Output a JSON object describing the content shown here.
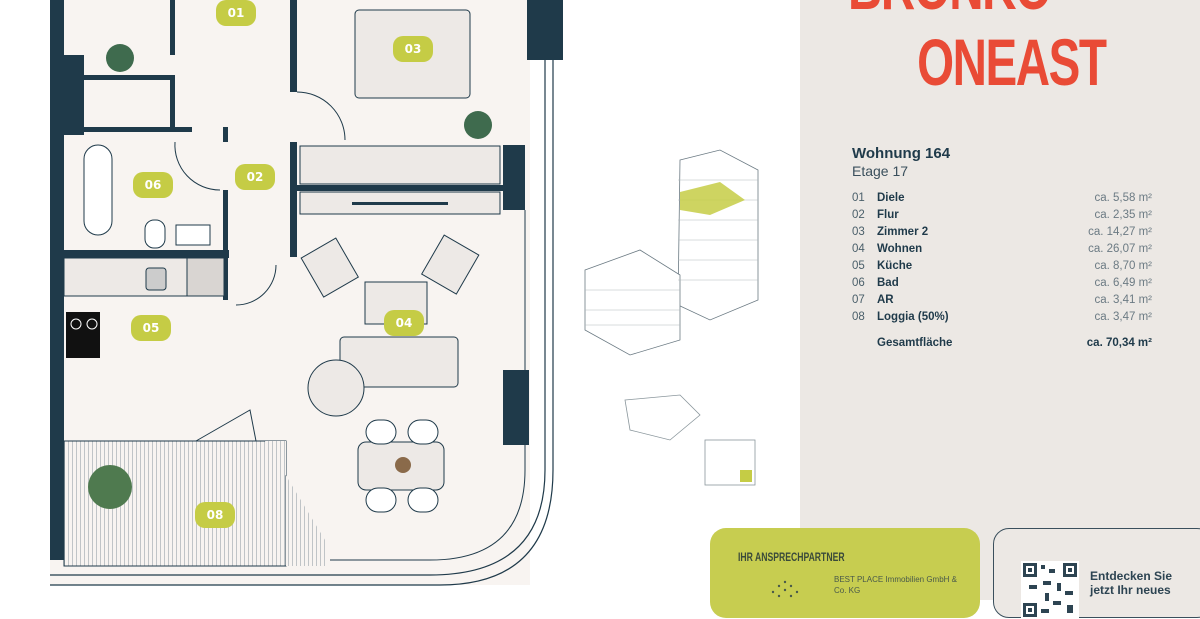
{
  "logo": {
    "line1": "BRONKO",
    "line2": "ONEAST"
  },
  "apartment": {
    "title": "Wohnung 164",
    "floor": "Etage 17",
    "rooms": [
      {
        "no": "01",
        "name": "Diele",
        "area": "ca. 5,58 m²"
      },
      {
        "no": "02",
        "name": "Flur",
        "area": "ca. 2,35 m²"
      },
      {
        "no": "03",
        "name": "Zimmer 2",
        "area": "ca. 14,27 m²"
      },
      {
        "no": "04",
        "name": "Wohnen",
        "area": "ca. 26,07 m²"
      },
      {
        "no": "05",
        "name": "Küche",
        "area": "ca. 8,70 m²"
      },
      {
        "no": "06",
        "name": "Bad",
        "area": "ca. 6,49 m²"
      },
      {
        "no": "07",
        "name": "AR",
        "area": "ca. 3,41 m²"
      },
      {
        "no": "08",
        "name": "Loggia (50%)",
        "area": "ca. 3,47 m²"
      }
    ],
    "total_label": "Gesamtfläche",
    "total_area": "ca. 70,34 m²"
  },
  "plan_labels": {
    "r01": "01",
    "r02": "02",
    "r03": "03",
    "r04": "04",
    "r05": "05",
    "r06": "06",
    "r08": "08"
  },
  "contact": {
    "heading": "IHR ANSPRECHPARTNER",
    "company": "BEST PLACE Immobilien GmbH & Co. KG"
  },
  "qr": {
    "text_line1": "Entdecken Sie",
    "text_line2": "jetzt Ihr neues"
  },
  "colors": {
    "accent": "#c5cc45",
    "wall": "#1f3a4a",
    "logo": "#e94b36",
    "panel": "#ece8e4"
  }
}
